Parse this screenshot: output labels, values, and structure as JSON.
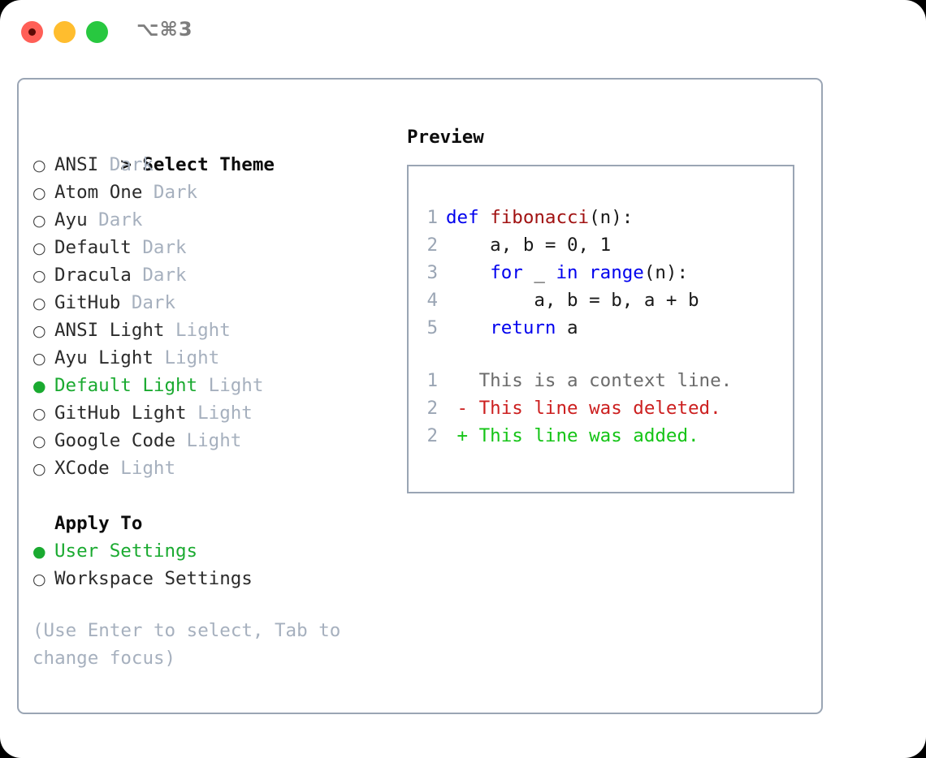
{
  "window": {
    "shortcut_label": "⌥⌘3",
    "traffic_lights": [
      {
        "name": "close",
        "color": "#ff5f57"
      },
      {
        "name": "minimize",
        "color": "#ffbd2e"
      },
      {
        "name": "zoom",
        "color": "#28c840"
      }
    ]
  },
  "theme_picker": {
    "heading_marker": ">",
    "heading": "Select Theme",
    "items": [
      {
        "marker": "○",
        "selected": false,
        "label": "ANSI",
        "tag": "Dark"
      },
      {
        "marker": "○",
        "selected": false,
        "label": "Atom One",
        "tag": "Dark"
      },
      {
        "marker": "○",
        "selected": false,
        "label": "Ayu",
        "tag": "Dark"
      },
      {
        "marker": "○",
        "selected": false,
        "label": "Default",
        "tag": "Dark"
      },
      {
        "marker": "○",
        "selected": false,
        "label": "Dracula",
        "tag": "Dark"
      },
      {
        "marker": "○",
        "selected": false,
        "label": "GitHub",
        "tag": "Dark"
      },
      {
        "marker": "○",
        "selected": false,
        "label": "ANSI Light",
        "tag": "Light"
      },
      {
        "marker": "○",
        "selected": false,
        "label": "Ayu Light",
        "tag": "Light"
      },
      {
        "marker": "●",
        "selected": true,
        "label": "Default Light",
        "tag": "Light"
      },
      {
        "marker": "○",
        "selected": false,
        "label": "GitHub Light",
        "tag": "Light"
      },
      {
        "marker": "○",
        "selected": false,
        "label": "Google Code",
        "tag": "Light"
      },
      {
        "marker": "○",
        "selected": false,
        "label": "XCode",
        "tag": "Light"
      }
    ]
  },
  "apply_to": {
    "heading": "Apply To",
    "options": [
      {
        "marker": "●",
        "selected": true,
        "label": "User Settings"
      },
      {
        "marker": "○",
        "selected": false,
        "label": "Workspace Settings"
      }
    ]
  },
  "hint": "(Use Enter to select, Tab to change focus)",
  "preview": {
    "title": "Preview",
    "code_lines": [
      {
        "no": "1",
        "tokens": [
          {
            "t": "def ",
            "c": "kw"
          },
          {
            "t": "fibonacci",
            "c": "fn"
          },
          {
            "t": "(n):",
            "c": "plain"
          }
        ]
      },
      {
        "no": "2",
        "tokens": [
          {
            "t": "    a, b = 0, 1",
            "c": "plain"
          }
        ]
      },
      {
        "no": "3",
        "tokens": [
          {
            "t": "    ",
            "c": "plain"
          },
          {
            "t": "for",
            "c": "kw"
          },
          {
            "t": " _ ",
            "c": "plain"
          },
          {
            "t": "in",
            "c": "kw"
          },
          {
            "t": " ",
            "c": "plain"
          },
          {
            "t": "range",
            "c": "kw"
          },
          {
            "t": "(n):",
            "c": "plain"
          }
        ]
      },
      {
        "no": "4",
        "tokens": [
          {
            "t": "        a, b = b, a + b",
            "c": "plain"
          }
        ]
      },
      {
        "no": "5",
        "tokens": [
          {
            "t": "    ",
            "c": "plain"
          },
          {
            "t": "return",
            "c": "kw"
          },
          {
            "t": " a",
            "c": "plain"
          }
        ]
      }
    ],
    "diff_lines": [
      {
        "no": "1",
        "tokens": [
          {
            "t": "   This is a context line.",
            "c": "ctx"
          }
        ]
      },
      {
        "no": "2",
        "tokens": [
          {
            "t": " - This line was deleted.",
            "c": "del"
          }
        ]
      },
      {
        "no": "2",
        "tokens": [
          {
            "t": " + This line was added.",
            "c": "add"
          }
        ]
      }
    ]
  },
  "colors": {
    "accent_green": "#1aaa30",
    "diff_added": "#14c416",
    "diff_deleted": "#cc1f1f",
    "keyword_blue": "#0000ee",
    "function_red": "#a11212",
    "muted": "#a6b0be",
    "border": "#9aa5b4"
  }
}
